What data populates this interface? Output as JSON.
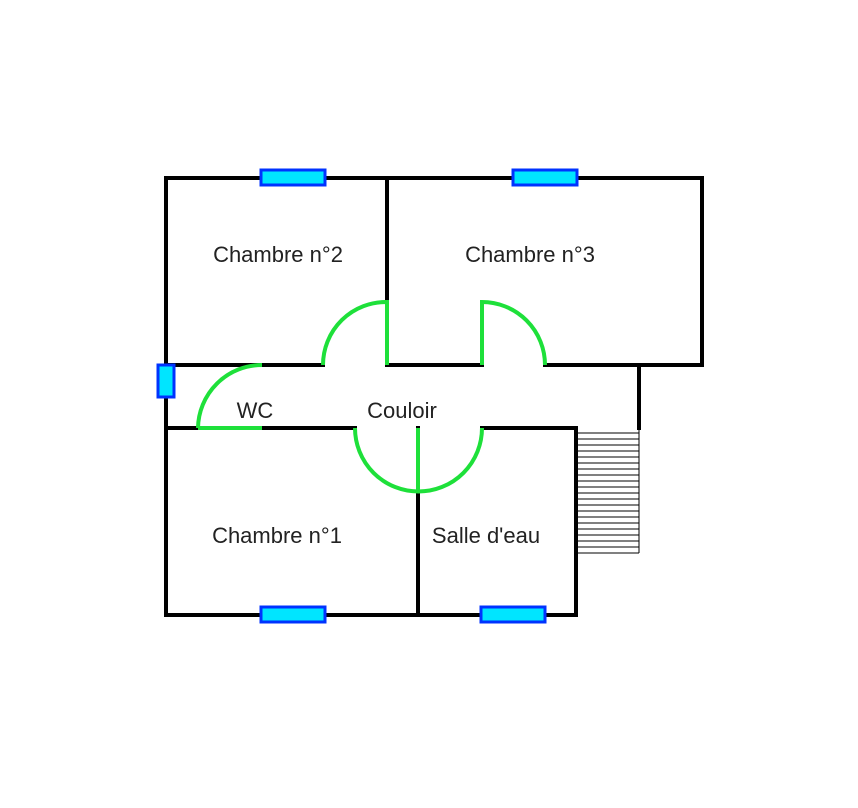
{
  "plan": {
    "rooms": {
      "chambre2": "Chambre n°2",
      "chambre3": "Chambre n°3",
      "wc": "WC",
      "couloir": "Couloir",
      "chambre1": "Chambre n°1",
      "salle_eau": "Salle d'eau"
    },
    "colors": {
      "wall": "#000000",
      "door": "#1ee03a",
      "window_fill": "#00e5ff",
      "window_border": "#0033ff"
    }
  }
}
